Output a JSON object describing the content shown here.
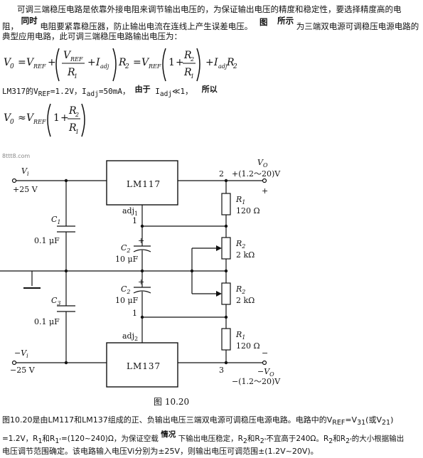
{
  "paragraph1": {
    "line1": "可调三端稳压电路是依靠外接电阻来调节输出电压的，为保证输出电压的精度和稳定性，要选择精度高的电",
    "line2_a": "阻，",
    "line2_b": "同时",
    "line2_c": "电阻要紧靠稳压器，防止输出电流在连线上产生误差电压。",
    "line2_d": "图",
    "line2_e": "所示",
    "line2_f": "为三端双电源可调稳压电源电路的",
    "line3": "典型应用电路，此可调三端稳压电路输出电压为："
  },
  "formula1": "V₀ = V_REF + (V_REF / R₁ + I_adj) R₂ = V_REF (1 + R₂/R₁) + I_adj R₂",
  "condition": {
    "prefix": "LM317的V",
    "ref_sub": "REF",
    "mid": "=1.2V，I",
    "adj_sub": "adj",
    "mid2": "=50mA，",
    "by": "由于",
    "i": "I",
    "adj_sub2": "adj",
    "lt": "≪1，",
    "so": "所以"
  },
  "formula2": "V₀ ≈ V_REF (1 + R₂/R₁)",
  "watermark": "8ttt8.com",
  "circuit": {
    "vi_pos": "V",
    "vi_pos_sub": "i",
    "plus25": "+25 V",
    "vi_neg": "−V",
    "vi_neg_sub": "i",
    "minus25": "−25 V",
    "lm117": "LM117",
    "lm137": "LM137",
    "adj1": "adj",
    "adj1_sub": "1",
    "adj2": "adj",
    "adj2_sub": "2",
    "pin1a": "1",
    "pin1b": "1",
    "pin2": "2",
    "pin3": "3",
    "vo_pos": "V",
    "vo_pos_sub": "O",
    "vo_pos_range": "+(1.2～20)V",
    "vo_neg": "−V",
    "vo_neg_sub": "O",
    "vo_neg_range": "−(1.2～20)V",
    "c1": "C",
    "c1_sub": "1",
    "c1_val": "0.1 μF",
    "c2": "C",
    "c2_sub": "2",
    "c2_val": "10 μF",
    "c2p": "C",
    "c2p_sub": "2",
    "c2p_val": "10 μF",
    "c3": "C",
    "c3_sub": "3",
    "c3_val": "0.1 μF",
    "r1": "R",
    "r1_sub": "1",
    "r1_val": "120 Ω",
    "r2": "R",
    "r2_sub": "2",
    "r2_val": "2 kΩ",
    "r2p": "R",
    "r2p_sub": "2",
    "r2p_val": "2 kΩ",
    "r1p": "R",
    "r1p_sub": "1",
    "r1p_val": "120 Ω",
    "plus_sign": "+",
    "minus_sign": "−"
  },
  "figure_caption": "图 10.20",
  "paragraph2": {
    "line1": "图10.20是由LM117和LM137组成的正、负输出电压三端双电源可调稳压电源电路。电路中的V",
    "line1_sub": "REF",
    "line1_b": "=V",
    "line1_sub2": "31",
    "line1_c": "(或V",
    "line1_sub3": "21",
    "line1_d": ")",
    "line2_a": "=1.2V，R",
    "line2_sub1": "1",
    "line2_b": "和R",
    "line2_sub2": "1'",
    "line2_c": "=(120~240)Ω，为保证空载",
    "line2_d": "情况",
    "line2_e": "下输出电压稳定，R",
    "line2_sub3": "2",
    "line2_f": "和R",
    "line2_sub4": "2'",
    "line2_g": "不宜高于240Ω。R",
    "line2_sub5": "2",
    "line2_h": "和R",
    "line2_sub6": "2'",
    "line2_i": "的大小根据输出",
    "line3": "电压调节范围确定。该电路输入电压Vi分别为±25V，则输出电压可调范围±(1.2V~20V)。"
  }
}
